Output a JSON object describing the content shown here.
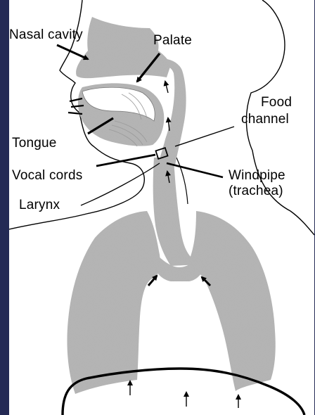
{
  "diagram": {
    "labels": {
      "nasal_cavity": "Nasal cavity",
      "palate": "Palate",
      "food_channel_line1": "Food",
      "food_channel_line2": "channel",
      "tongue": "Tongue",
      "vocal_cords": "Vocal cords",
      "windpipe_line1": "Windpipe",
      "windpipe_line2": "(trachea)",
      "larynx": "Larynx"
    },
    "colors": {
      "background_frame": "#1e2346",
      "tissue": "#b4b4b4",
      "line": "#000000",
      "panel": "#ffffff"
    }
  }
}
